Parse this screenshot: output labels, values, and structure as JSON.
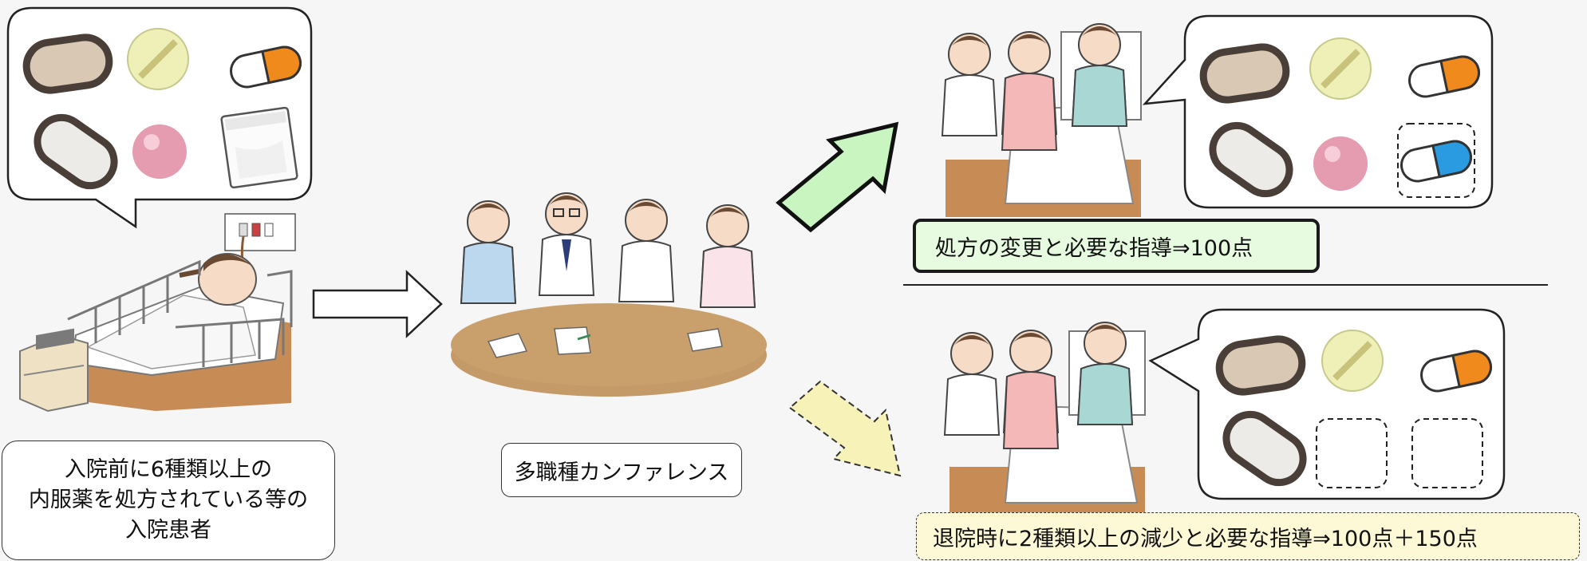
{
  "labels": {
    "patient_line1": "入院前に6種類以上の",
    "patient_line2": "内服薬を処方されている等の",
    "patient_line3": "入院患者",
    "conference": "多職種カンファレンス",
    "top_result": "処方の変更と必要な指導⇒100点",
    "bottom_result": "退院時に2種類以上の減少と必要な指導⇒100点＋150点"
  },
  "colors": {
    "pill_beige": "#d9c9b4",
    "pill_outline": "#4a3f38",
    "tablet_yellow": "#eef0b8",
    "tablet_pink": "#e59bb0",
    "capsule_orange": "#f08a1c",
    "capsule_blue": "#2a9be0",
    "arrow_green": "#c8f5c0",
    "arrow_yellow": "#f7f3b8",
    "table_brown": "#c49a68"
  },
  "icons": {
    "pills_before": [
      "oval-pill-beige",
      "round-tablet-yellow",
      "capsule-orange",
      "oval-pill-grey",
      "round-tablet-pink",
      "powder-packet"
    ],
    "pills_changed": [
      "oval-pill-beige",
      "round-tablet-yellow",
      "capsule-orange",
      "oval-pill-grey",
      "round-tablet-pink",
      "capsule-blue"
    ],
    "pills_reduced": [
      "oval-pill-beige",
      "round-tablet-yellow",
      "capsule-orange",
      "oval-pill-grey",
      "empty-slot",
      "empty-slot"
    ]
  }
}
